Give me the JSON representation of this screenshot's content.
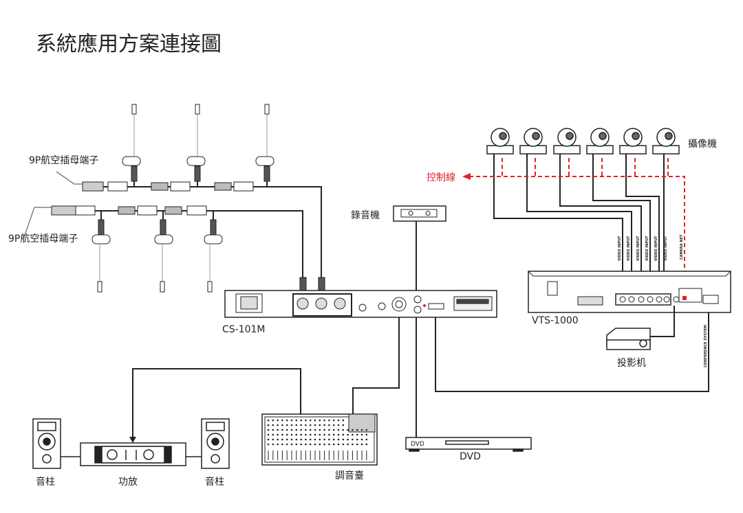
{
  "title": "系統應用方案連接圖",
  "labels": {
    "connector_top": "9P航空插母端子",
    "connector_bottom": "9P航空插母端子",
    "recorder": "錄音機",
    "cameras": "攝像機",
    "control_line": "控制線",
    "main_unit": "CS-101M",
    "vts": "VTS-1000",
    "projector": "投影机",
    "speaker_left": "音柱",
    "amplifier": "功放",
    "speaker_right": "音柱",
    "mixer": "調音臺",
    "dvd": "DVD",
    "dvd_panel": "DVD"
  },
  "port_labels": {
    "video_input": "VIDEO INPUT",
    "camera_net": "CAMERA NET",
    "conference_system": "CONFERENCE SYSTEM"
  },
  "colors": {
    "line": "#222222",
    "control_line": "#e0202a"
  }
}
